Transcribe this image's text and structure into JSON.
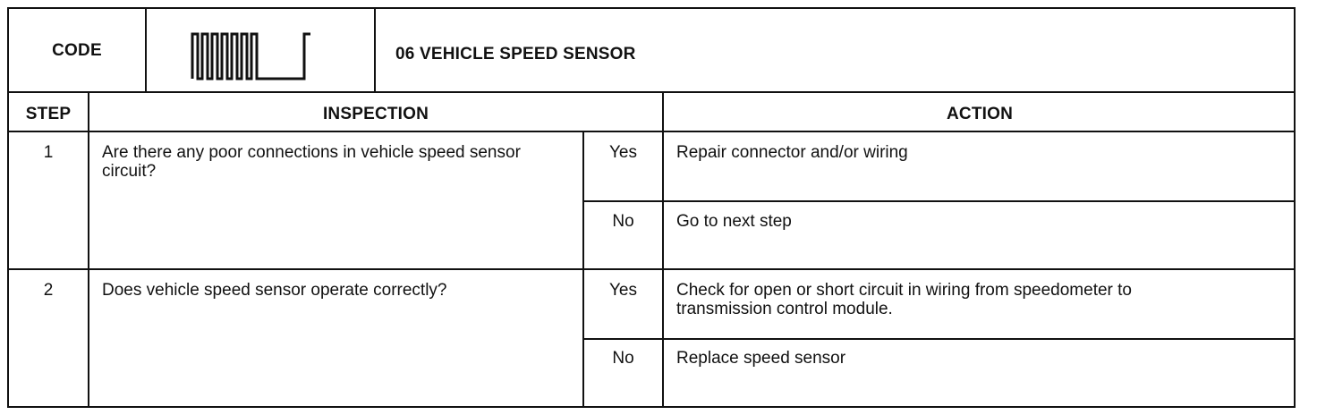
{
  "code_block": {
    "code_label": "CODE",
    "waveform_icon": "pulse-waveform-icon",
    "code_title": "06 VEHICLE SPEED SENSOR"
  },
  "table": {
    "headers": {
      "step": "STEP",
      "inspection": "INSPECTION",
      "action": "ACTION"
    },
    "steps": [
      {
        "number": "1",
        "inspection": "Are there any poor connections in vehicle speed sensor circuit?",
        "outcomes": [
          {
            "answer": "Yes",
            "action": "Repair connector and/or wiring"
          },
          {
            "answer": "No",
            "action": "Go to next step"
          }
        ]
      },
      {
        "number": "2",
        "inspection": "Does vehicle speed sensor operate correctly?",
        "outcomes": [
          {
            "answer": "Yes",
            "action": "Check for open or short circuit in wiring from speedometer to transmission control module."
          },
          {
            "answer": "No",
            "action": "Replace speed sensor"
          }
        ]
      }
    ]
  }
}
